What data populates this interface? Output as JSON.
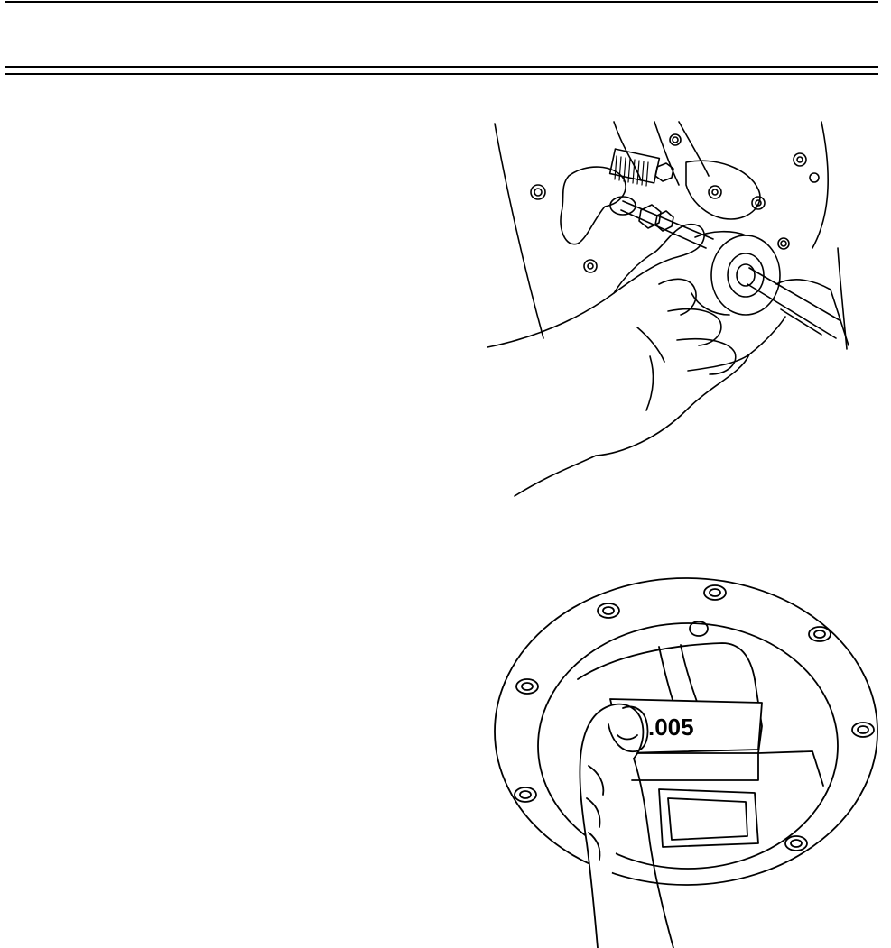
{
  "figures": {
    "hand_adjustment": {
      "icon": "hand-adjusting-shaft-illustration"
    },
    "feeler_gauge": {
      "icon": "hand-feeler-gauge-illustration",
      "gauge_label": ".005"
    }
  },
  "colors": {
    "ink": "#000000",
    "paper": "#ffffff"
  }
}
